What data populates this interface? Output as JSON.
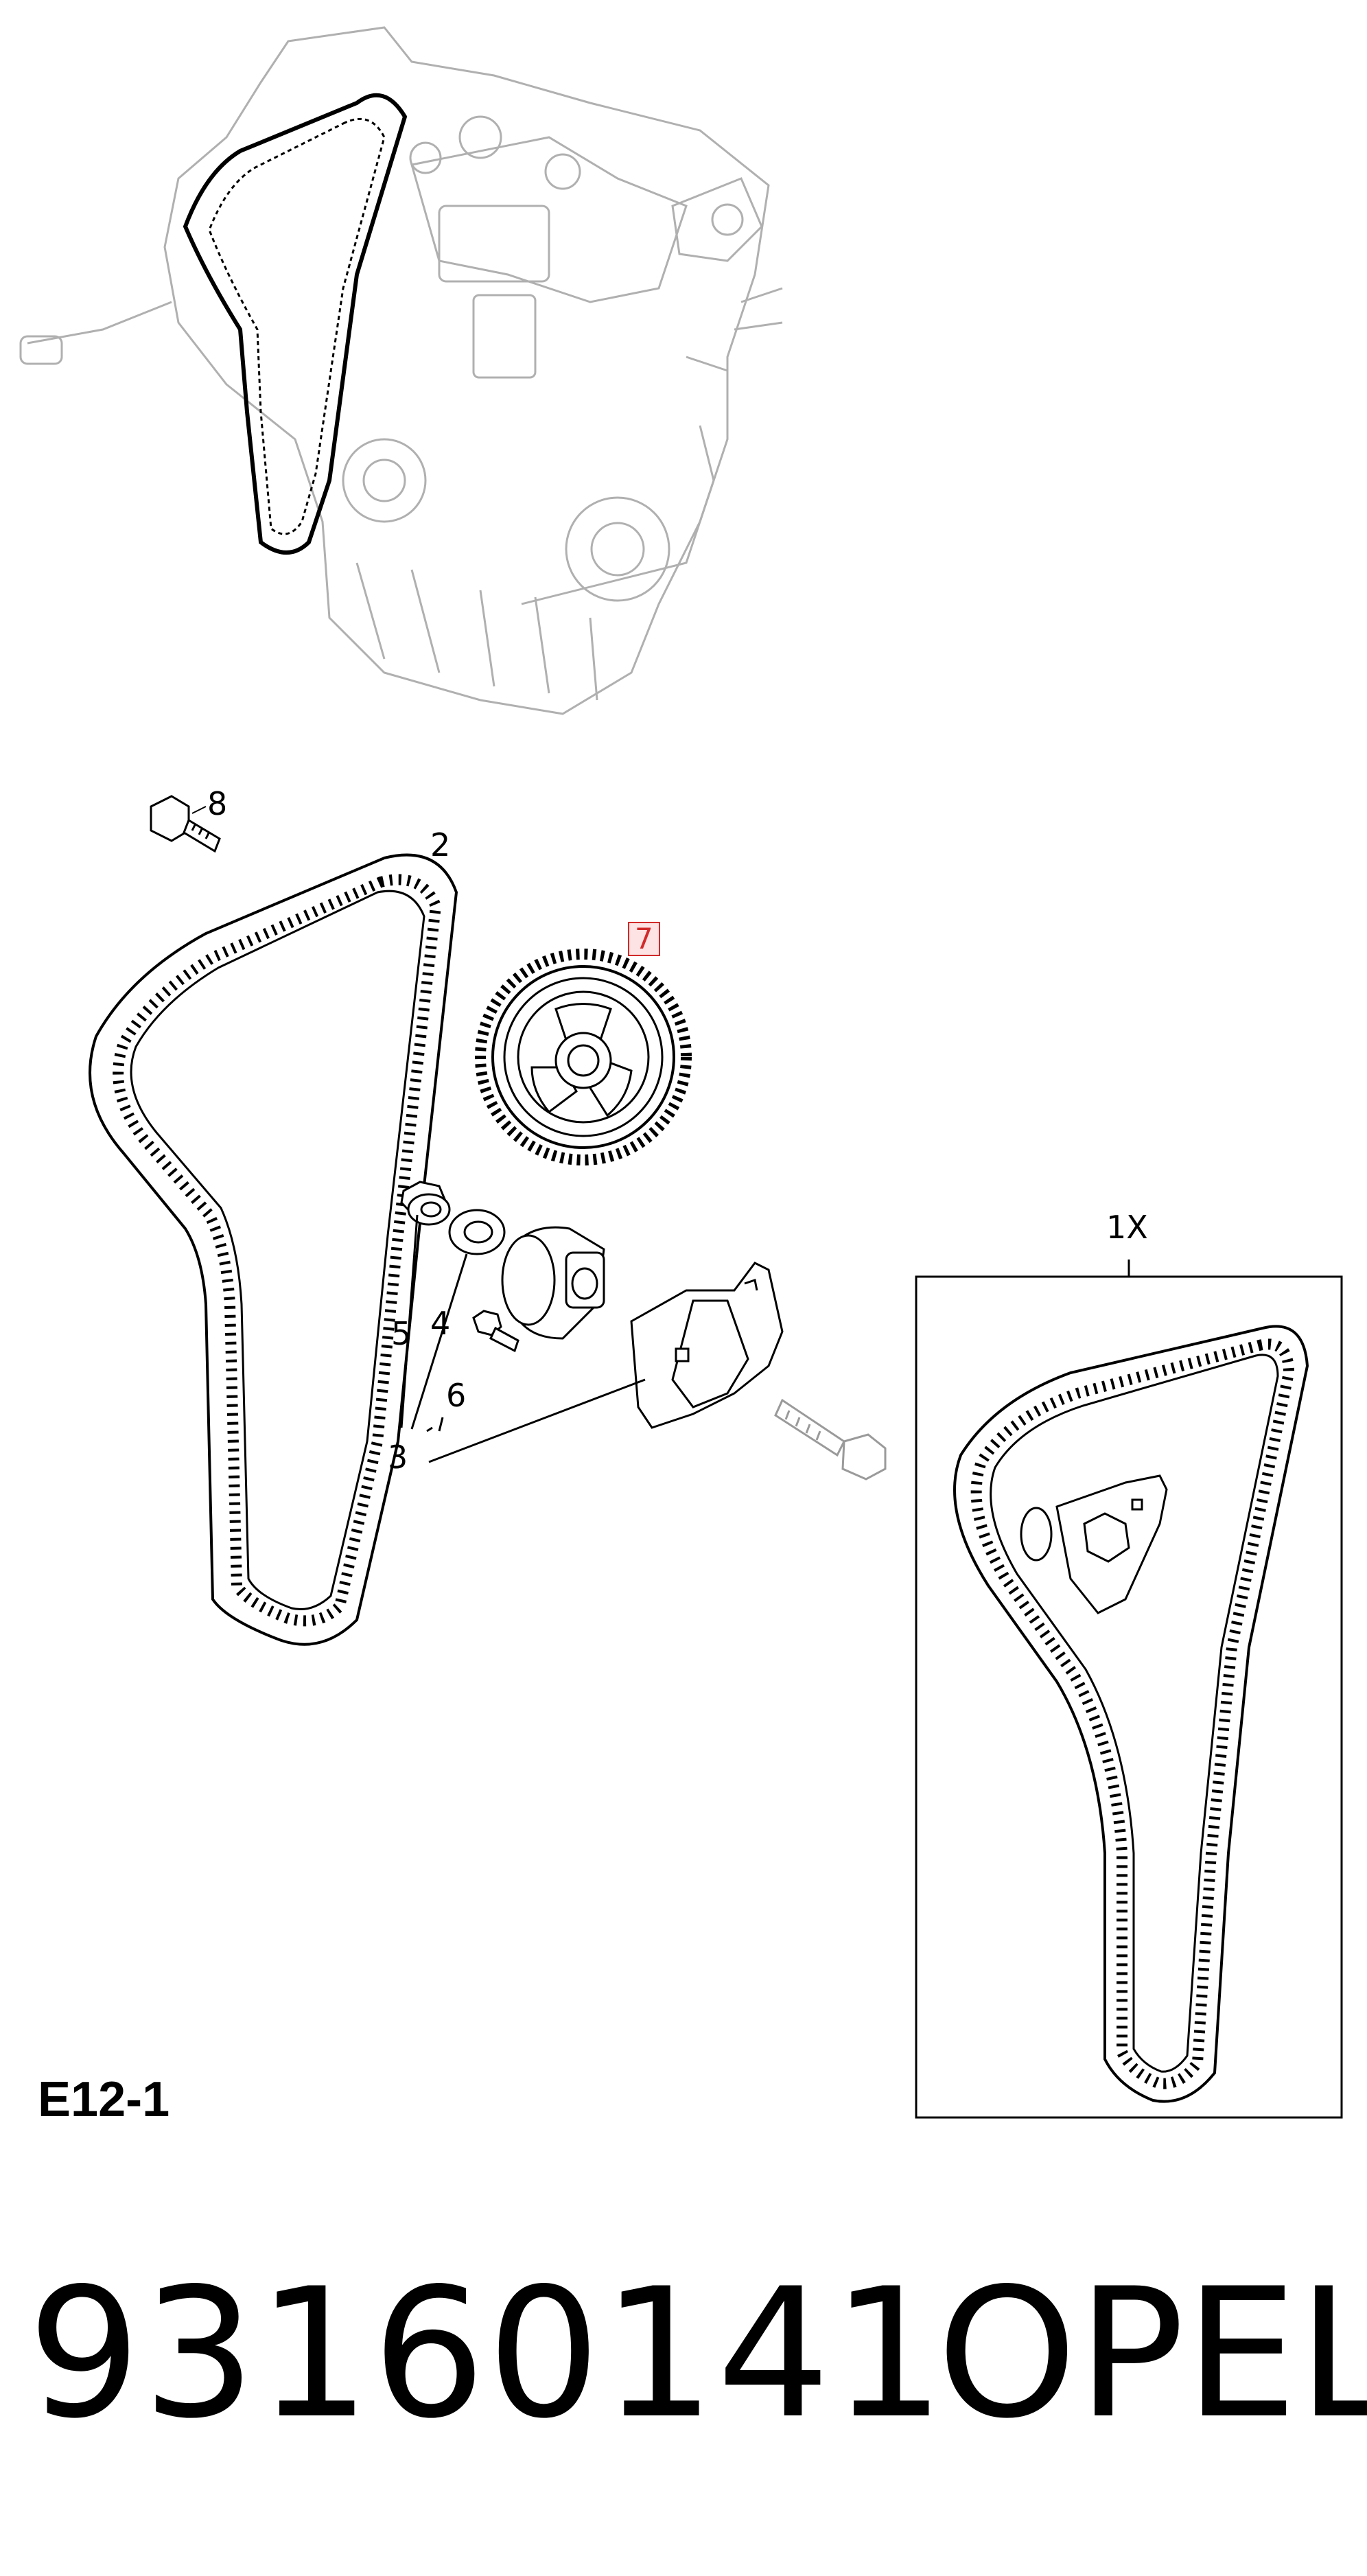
{
  "diagram": {
    "code": "E12-1",
    "callouts": {
      "c8": "8",
      "c2": "2",
      "c7": "7",
      "c1x": "1X",
      "c5": "5",
      "c4": "4",
      "c6": "6",
      "c3": "3"
    },
    "highlight_color": "#d12a2a"
  },
  "footer": {
    "part_number": "93160141",
    "brand": "OPEL"
  }
}
